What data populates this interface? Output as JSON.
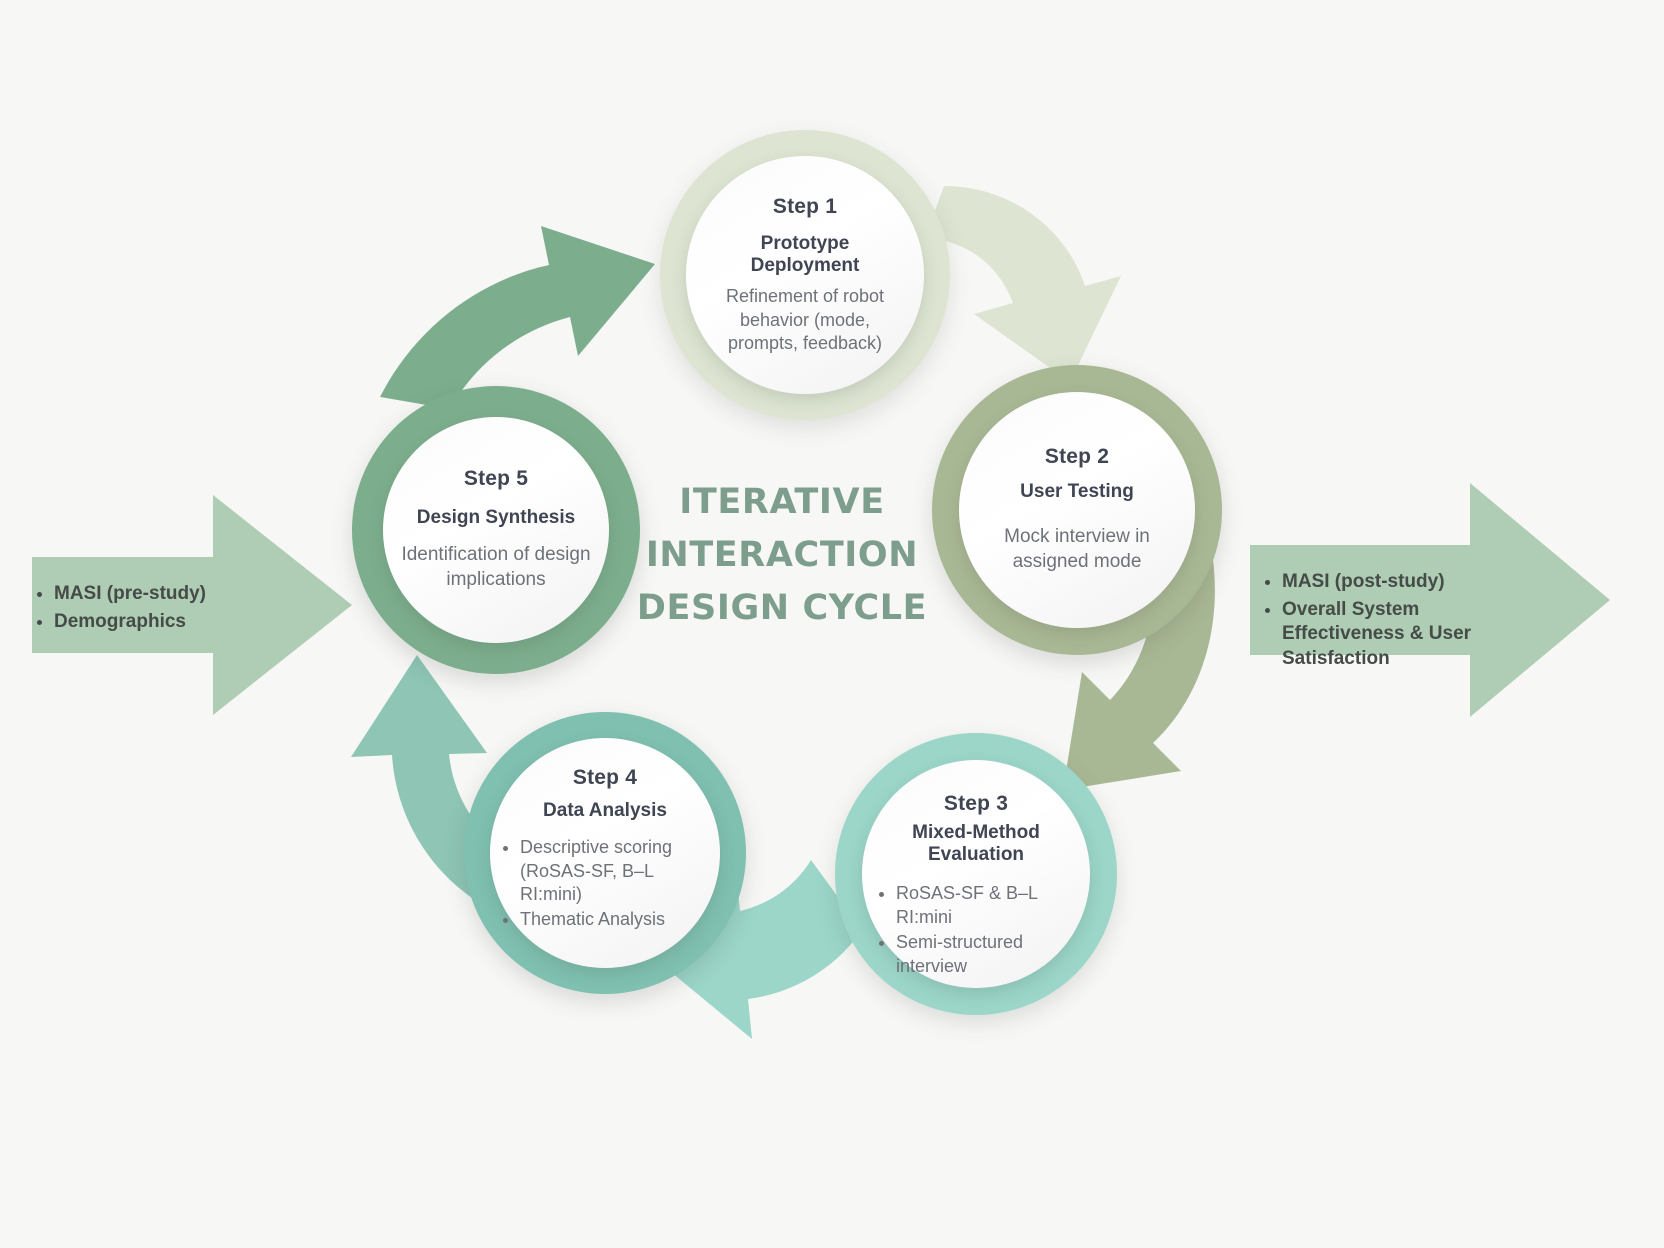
{
  "diagram": {
    "center_title_lines": [
      "ITERATIVE",
      "INTERACTION",
      "DESIGN CYCLE"
    ],
    "center_title_color": "#7d9e8c",
    "background_color": "#f7f7f5"
  },
  "steps": [
    {
      "id": "step-1",
      "number": "Step 1",
      "title": "Prototype\nDeployment",
      "title_lines": [
        "Prototype",
        "Deployment"
      ],
      "description": "Refinement of robot behavior (mode, prompts, feedback)",
      "bullets": [],
      "ring_color": "#dde5d2",
      "inner_color": "#fafafa"
    },
    {
      "id": "step-2",
      "number": "Step 2",
      "title": "User Testing",
      "title_lines": [
        "User Testing"
      ],
      "description": "Mock interview in assigned mode",
      "bullets": [],
      "ring_color": "#a9b894",
      "inner_color": "#fafafa"
    },
    {
      "id": "step-3",
      "number": "Step 3",
      "title": "Mixed-Method\nEvaluation",
      "title_lines": [
        "Mixed-Method",
        "Evaluation"
      ],
      "description": "",
      "bullets": [
        "RoSAS-SF & B–L RI:mini",
        "Semi-structured interview"
      ],
      "ring_color": "#9bd6c9",
      "inner_color": "#fafafa"
    },
    {
      "id": "step-4",
      "number": "Step 4",
      "title": "Data Analysis",
      "title_lines": [
        "Data Analysis"
      ],
      "description": "",
      "bullets": [
        "Descriptive scoring (RoSAS-SF, B–L RI:mini)",
        "Thematic Analysis"
      ],
      "ring_color": "#7fc0b0",
      "inner_color": "#fafafa"
    },
    {
      "id": "step-5",
      "number": "Step 5",
      "title": "Design Synthesis",
      "title_lines": [
        "Design Synthesis"
      ],
      "description": "Identification of design implications",
      "bullets": [],
      "ring_color": "#7cae8d",
      "inner_color": "#fafafa"
    }
  ],
  "cycle_arrows": [
    {
      "id": "arrow-step1-to-step2",
      "from": "Step 1",
      "to": "Step 2",
      "color": "#dde5d2"
    },
    {
      "id": "arrow-step2-to-step3",
      "from": "Step 2",
      "to": "Step 3",
      "color": "#a9b894"
    },
    {
      "id": "arrow-step3-to-step4",
      "from": "Step 3",
      "to": "Step 4",
      "color": "#9bd6c9"
    },
    {
      "id": "arrow-step4-to-step5",
      "from": "Step 4",
      "to": "Step 5",
      "color": "#8ec5b5"
    },
    {
      "id": "arrow-step5-to-step1",
      "from": "Step 5",
      "to": "Step 1",
      "color": "#7cae8d"
    }
  ],
  "input_arrow": {
    "id": "input-arrow",
    "color": "#aecdb4",
    "bullets": [
      "MASI (pre-study)",
      "Demographics"
    ]
  },
  "output_arrow": {
    "id": "output-arrow",
    "color": "#aecdb4",
    "bullets": [
      "MASI (post-study)",
      "Overall System Effectiveness & User Satisfaction"
    ]
  }
}
